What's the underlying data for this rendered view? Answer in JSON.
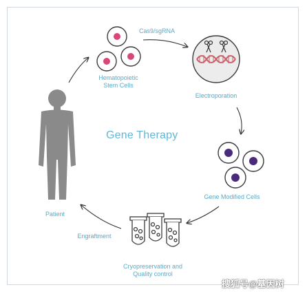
{
  "diagram": {
    "title": "Gene Therapy",
    "labels": {
      "cas9": "Cas9/sgRNA",
      "hsc_line1": "Hematopoietic",
      "hsc_line2": "Stem Cells",
      "electroporation": "Electroporation",
      "gene_modified": "Gene Modified Cells",
      "cryo_line1": "Cryopreservation and",
      "cryo_line2": "Quality control",
      "engraftment": "Engraftment",
      "patient": "Patient"
    },
    "watermark": "搜狐号@基因树"
  },
  "colors": {
    "accent_text": "#5aa9c8",
    "hsc_nucleus": "#d9477a",
    "modified_nucleus": "#4a2a7a",
    "silhouette": "#8a8a8a",
    "arrow": "#333333",
    "dna": "#c9606a"
  }
}
